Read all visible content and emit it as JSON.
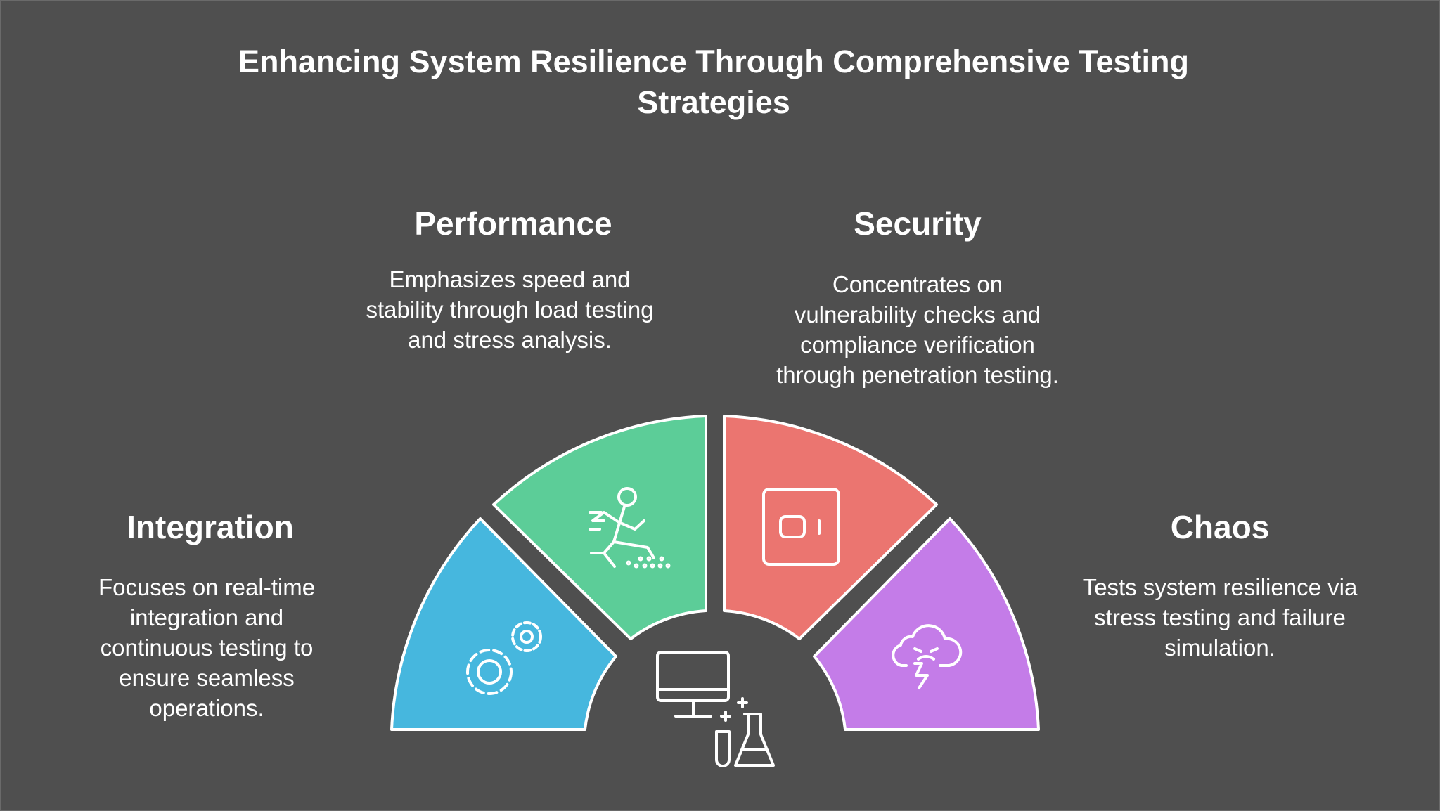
{
  "title": "Enhancing System Resilience Through Comprehensive Testing Strategies",
  "sections": {
    "performance": {
      "label": "Performance",
      "description": "Emphasizes speed and stability through load testing and stress analysis.",
      "color": "#5ccd98",
      "icon": "runner-icon"
    },
    "security": {
      "label": "Security",
      "description": "Concentrates on vulnerability checks and compliance verification through penetration testing.",
      "color": "#eb7570",
      "icon": "safe-icon"
    },
    "integration": {
      "label": "Integration",
      "description": "Focuses on real-time integration and continuous testing to ensure seamless operations.",
      "color": "#46b7de",
      "icon": "gears-icon"
    },
    "chaos": {
      "label": "Chaos",
      "description": "Tests system resilience via stress testing and failure simulation.",
      "color": "#c47ce8",
      "icon": "angry-cloud-icon"
    }
  },
  "center_icon": "computer-lab-icon"
}
